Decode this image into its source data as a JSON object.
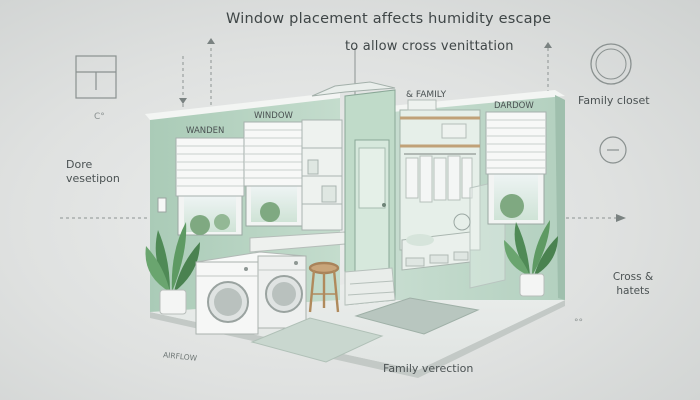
{
  "title": {
    "line1": "Window placement  affects humidity escape",
    "line2": "to allow cross venittation"
  },
  "room_labels": {
    "left_window": "WANDEN",
    "center_window": "WINDOW",
    "closet_sign": "& FAMILY",
    "right_window": "DARDOW"
  },
  "side_labels": {
    "top_left_small": "C°",
    "left_note": "Dore vesetipon",
    "right_top": "Family closet",
    "right_bottom": "Cross & hatets",
    "bottom_left": "AIRFLOW",
    "bottom_center": "Family verection",
    "bottom_right_small": "°°"
  },
  "colors": {
    "wall": "#b8d4c2",
    "wall_dark": "#a3c4b0",
    "wood": "#c9a57a",
    "accent_green": "#4e8a55"
  }
}
